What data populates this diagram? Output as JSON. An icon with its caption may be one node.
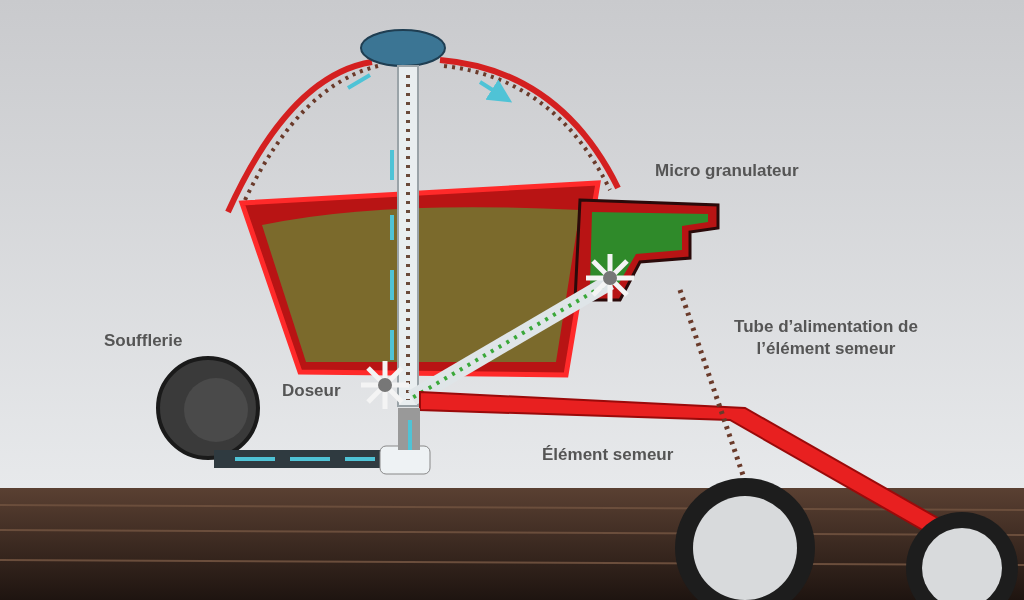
{
  "diagram": {
    "labels": [
      "Micro granulateur",
      "Tube d’alimentation de l’élément semeur",
      "Soufflerie",
      "Doseur",
      "Élément semeur"
    ]
  }
}
